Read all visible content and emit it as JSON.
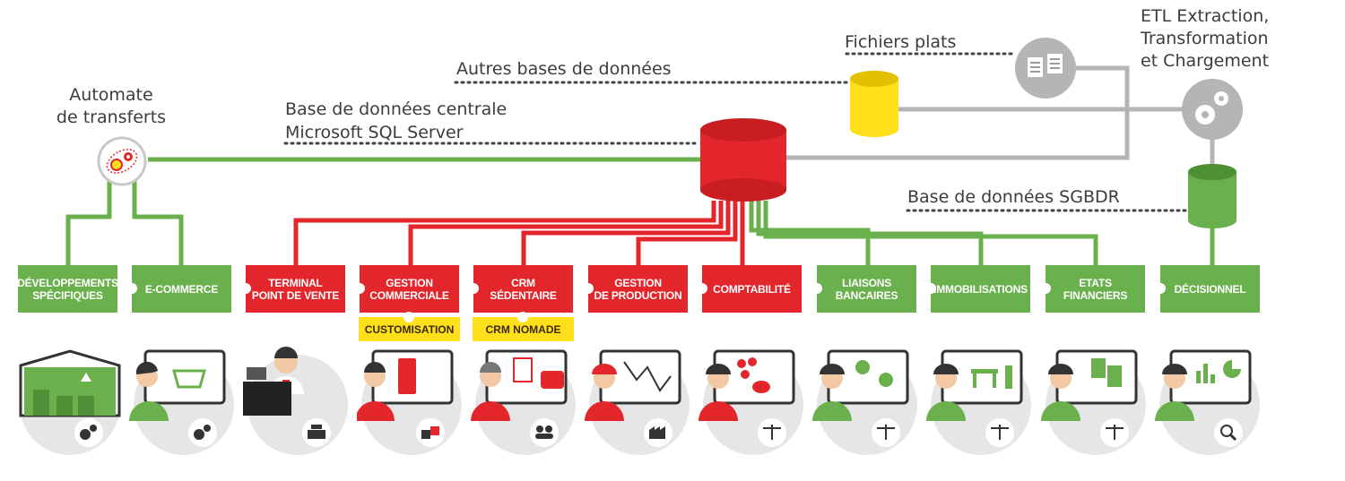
{
  "labels": {
    "automate_line1": "Automate",
    "automate_line2": "de transferts",
    "central_line1": "Base de données centrale",
    "central_line2": "Microsoft SQL Server",
    "autres": "Autres bases de données",
    "fichiers": "Fichiers plats",
    "etl_line1": "ETL Extraction,",
    "etl_line2": "Transformation",
    "etl_line3": "et Chargement",
    "sgbdr": "Base de données SGBDR"
  },
  "modules": [
    {
      "line1": "Développements",
      "line2": "spécifiques",
      "color": "green",
      "scene_icon": "gears-icon"
    },
    {
      "line1": "E-commerce",
      "line2": "",
      "color": "green",
      "scene_icon": "gears-icon"
    },
    {
      "line1": "Terminal",
      "line2": "point de vente",
      "color": "red",
      "scene_icon": "cash-register-icon"
    },
    {
      "line1": "Gestion",
      "line2": "commerciale",
      "color": "red",
      "scene_icon": "cubes-icon",
      "addon": "CUSTOMISATION"
    },
    {
      "line1": "CRM",
      "line2": "sédentaire",
      "color": "red",
      "scene_icon": "people-icon",
      "addon": "CRM NOMADE"
    },
    {
      "line1": "Gestion",
      "line2": "de production",
      "color": "red",
      "scene_icon": "factory-icon"
    },
    {
      "line1": "Comptabilité",
      "line2": "",
      "color": "red",
      "scene_icon": "scales-icon"
    },
    {
      "line1": "Liaisons",
      "line2": "bancaires",
      "color": "green",
      "scene_icon": "scales-icon"
    },
    {
      "line1": "Immobilisations",
      "line2": "",
      "color": "green",
      "scene_icon": "scales-icon"
    },
    {
      "line1": "Etats",
      "line2": "financiers",
      "color": "green",
      "scene_icon": "scales-icon"
    },
    {
      "line1": "Décisionnel",
      "line2": "",
      "color": "green",
      "scene_icon": "magnifier-icon"
    }
  ],
  "colors": {
    "green": "#6ab04c",
    "red": "#e3262b",
    "yellow": "#ffe01b",
    "gray_line": "#b5b5b5",
    "scene_bg": "#e6e6e6"
  },
  "nodes": {
    "central_db": "database-red-icon",
    "flat_files_db": "database-yellow-icon",
    "sgbdr_db": "database-green-icon",
    "files": "documents-icon",
    "etl": "gears-icon",
    "automate": "automate-gears-icon"
  }
}
